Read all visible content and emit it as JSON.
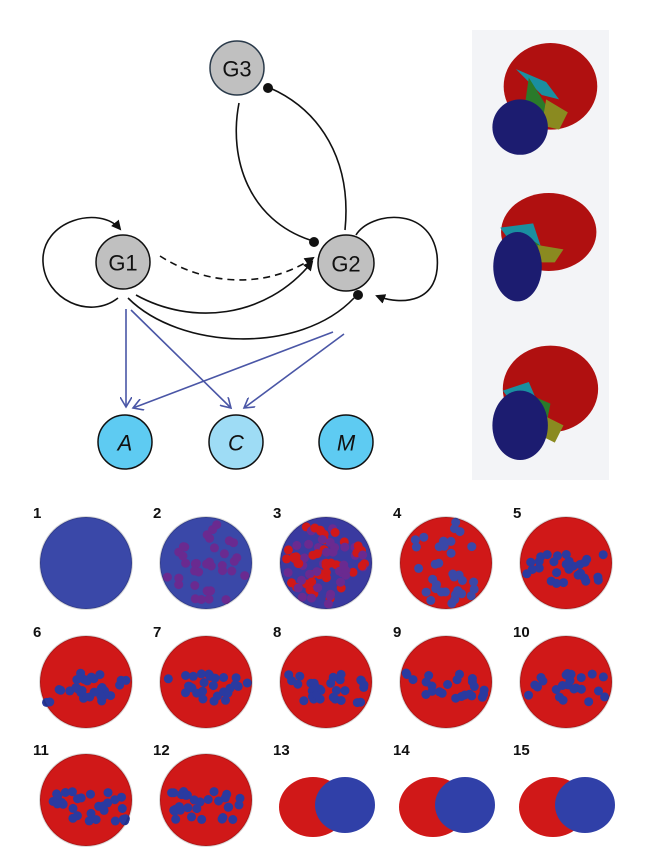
{
  "diagram": {
    "nodes": [
      {
        "id": "G3",
        "label": "G3",
        "type": "gene"
      },
      {
        "id": "G1",
        "label": "G1",
        "type": "gene"
      },
      {
        "id": "G2",
        "label": "G2",
        "type": "gene"
      },
      {
        "id": "A",
        "label": "A",
        "type": "behavior"
      },
      {
        "id": "C",
        "label": "C",
        "type": "behavior"
      },
      {
        "id": "M",
        "label": "M",
        "type": "behavior"
      }
    ],
    "edges": [
      {
        "from": "G1",
        "to": "G1",
        "kind": "activation",
        "style": "solid"
      },
      {
        "from": "G2",
        "to": "G2",
        "kind": "activation",
        "style": "solid"
      },
      {
        "from": "G2",
        "to": "G3",
        "kind": "inhibition",
        "style": "solid"
      },
      {
        "from": "G3",
        "to": "G2",
        "kind": "inhibition",
        "style": "solid"
      },
      {
        "from": "G1",
        "to": "G2",
        "kind": "activation",
        "style": "dashed"
      },
      {
        "from": "G1",
        "to": "G2",
        "kind": "activation",
        "style": "solid"
      },
      {
        "from": "G1",
        "to": "G2",
        "kind": "inhibition",
        "style": "solid"
      },
      {
        "from": "G1",
        "to": "A",
        "kind": "output",
        "style": "solid"
      },
      {
        "from": "G1",
        "to": "C",
        "kind": "output",
        "style": "solid"
      },
      {
        "from": "G2",
        "to": "A",
        "kind": "output",
        "style": "solid"
      },
      {
        "from": "G2",
        "to": "C",
        "kind": "output",
        "style": "solid"
      }
    ],
    "colors": {
      "gene_fill": "#c0c0c0",
      "A_fill": "#5ecbf2",
      "C_fill": "#9edcf5",
      "M_fill": "#5ecbf2",
      "edge_black": "#111111",
      "edge_blue": "#4a56a6"
    }
  },
  "side_panel": {
    "views": [
      {
        "name": "cluster-view-1",
        "colors": [
          "red",
          "cyan",
          "green",
          "yellow",
          "navy"
        ]
      },
      {
        "name": "cluster-view-2",
        "colors": [
          "red",
          "cyan",
          "green",
          "yellow",
          "navy"
        ]
      },
      {
        "name": "cluster-view-3",
        "colors": [
          "red",
          "cyan",
          "green",
          "yellow",
          "navy"
        ]
      }
    ]
  },
  "grid": {
    "panels": [
      {
        "label": "1",
        "stage": "all-blue"
      },
      {
        "label": "2",
        "stage": "blue-purple"
      },
      {
        "label": "3",
        "stage": "mixed-red-purple"
      },
      {
        "label": "4",
        "stage": "mostly-red"
      },
      {
        "label": "5",
        "stage": "red-blue-band"
      },
      {
        "label": "6",
        "stage": "red-blue-band"
      },
      {
        "label": "7",
        "stage": "red-blue-band"
      },
      {
        "label": "8",
        "stage": "red-blue-band"
      },
      {
        "label": "9",
        "stage": "red-blue-clusters"
      },
      {
        "label": "10",
        "stage": "red-blue-clusters"
      },
      {
        "label": "11",
        "stage": "red-blue-segregating"
      },
      {
        "label": "12",
        "stage": "red-blue-segregating"
      },
      {
        "label": "13",
        "stage": "red-blue-separated"
      },
      {
        "label": "14",
        "stage": "red-blue-separated"
      },
      {
        "label": "15",
        "stage": "red-blue-separated"
      }
    ]
  }
}
